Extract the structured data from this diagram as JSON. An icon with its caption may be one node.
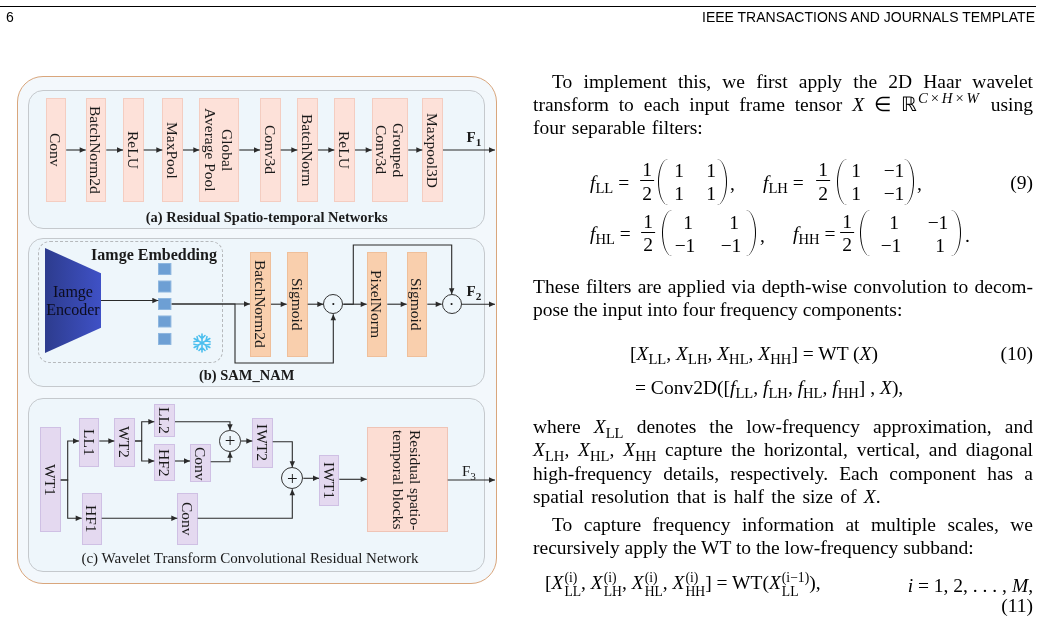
{
  "diagram": {
    "nodes": [
      {
        "text": [],
        "shape": "box"
      },
      {
        "text": [
          "(a) Residual Spatio-temporal Networks"
        ],
        "in": 0
      },
      {
        "text": [
          "Conv"
        ],
        "in": 1
      },
      {
        "text": [
          "BatchNorm2d"
        ],
        "in": 1
      },
      {
        "text": [
          "ReLU"
        ],
        "in": 1
      },
      {
        "text": [
          "MaxPool"
        ],
        "in": 1
      },
      {
        "text": [
          "Global Average Pool"
        ],
        "in": 1
      },
      {
        "text": [
          "Conv3d"
        ],
        "in": 1
      },
      {
        "text": [
          "BatchNorm"
        ],
        "in": 1
      },
      {
        "text": [
          "ReLU"
        ],
        "in": 1
      },
      {
        "text": [
          "Grouped Conv3d"
        ],
        "in": 1
      },
      {
        "text": [
          "Maxpool3D"
        ],
        "in": 1
      },
      {
        "text": [
          "(b) SAM_NAM"
        ],
        "in": 0
      },
      {
        "text": [],
        "shape": "box",
        "in": 12
      },
      {
        "text": [
          "Iamge Encoder"
        ],
        "in": 13
      },
      {
        "text": [
          "Iamge Embedding"
        ],
        "in": 13
      },
      {
        "text": [
          "BatchNorm2d"
        ],
        "in": 12
      },
      {
        "text": [
          "Sigmoid"
        ],
        "in": 12
      },
      {
        "text": [
          "·"
        ],
        "in": 12
      },
      {
        "text": [
          "PixelNorm"
        ],
        "in": 12
      },
      {
        "text": [
          "Sigmoid"
        ],
        "in": 12
      },
      {
        "text": [
          "·"
        ],
        "in": 12
      },
      {
        "text": [
          "(c) Wavelet Transform Convolutional Residual Network"
        ],
        "in": 0
      },
      {
        "text": [
          "WT1"
        ],
        "in": 22
      },
      {
        "text": [
          "LL1"
        ],
        "in": 22
      },
      {
        "text": [
          "WT2"
        ],
        "in": 22
      },
      {
        "text": [
          "LL2"
        ],
        "in": 22
      },
      {
        "text": [
          "HF2"
        ],
        "in": 22
      },
      {
        "text": [
          "Conv"
        ],
        "in": 22
      },
      {
        "text": [
          "+"
        ],
        "in": 22
      },
      {
        "text": [
          "IWT2"
        ],
        "in": 22
      },
      {
        "text": [
          "HF1"
        ],
        "in": 22
      },
      {
        "text": [
          "Conv"
        ],
        "in": 22
      },
      {
        "text": [
          "+"
        ],
        "in": 22
      },
      {
        "text": [
          "IWT1"
        ],
        "in": 22
      },
      {
        "text": [
          "Residual spatio-temporal blocks"
        ],
        "in": 22
      }
    ],
    "edges": [
      {
        "from": 2,
        "to": 3,
        "arrow": "to"
      },
      {
        "from": 3,
        "to": 4,
        "arrow": "to"
      },
      {
        "from": 4,
        "to": 5,
        "arrow": "to"
      },
      {
        "from": 5,
        "to": 6,
        "arrow": "to"
      },
      {
        "from": 6,
        "to": 7,
        "arrow": "to"
      },
      {
        "from": 7,
        "to": 8,
        "arrow": "to"
      },
      {
        "from": 8,
        "to": 9,
        "arrow": "to"
      },
      {
        "from": 9,
        "to": 10,
        "arrow": "to"
      },
      {
        "from": 10,
        "to": 11,
        "arrow": "to"
      },
      {
        "from": 11,
        "to": null,
        "arrow": "to",
        "label": "F$_{1}$"
      },
      {
        "from": 14,
        "to": 15,
        "arrow": "to"
      },
      {
        "from": 15,
        "to": 16,
        "arrow": "to"
      },
      {
        "from": 15,
        "to": 18,
        "arrow": "to"
      },
      {
        "from": 16,
        "to": 17,
        "arrow": "to"
      },
      {
        "from": 17,
        "to": 18,
        "arrow": "to"
      },
      {
        "from": 18,
        "to": 19,
        "arrow": "to"
      },
      {
        "from": 18,
        "to": 21,
        "arrow": "to"
      },
      {
        "from": 19,
        "to": 20,
        "arrow": "to"
      },
      {
        "from": 20,
        "to": 21,
        "arrow": "to"
      },
      {
        "from": 21,
        "to": null,
        "arrow": "to",
        "label": "F$_{2}$"
      },
      {
        "from": 23,
        "to": 24,
        "arrow": "to"
      },
      {
        "from": 23,
        "to": 31,
        "arrow": "to"
      },
      {
        "from": 24,
        "to": 25,
        "arrow": "to"
      },
      {
        "from": 25,
        "to": 26,
        "arrow": "to"
      },
      {
        "from": 25,
        "to": 27,
        "arrow": "to"
      },
      {
        "from": 27,
        "to": 28,
        "arrow": "to"
      },
      {
        "from": 26,
        "to": 29,
        "arrow": "to"
      },
      {
        "from": 28,
        "to": 29,
        "arrow": "to"
      },
      {
        "from": 29,
        "to": 30,
        "arrow": "to"
      },
      {
        "from": 30,
        "to": 33,
        "arrow": "to"
      },
      {
        "from": 31,
        "to": 32,
        "arrow": "to"
      },
      {
        "from": 32,
        "to": 33,
        "arrow": "to"
      },
      {
        "from": 33,
        "to": 34,
        "arrow": "to"
      },
      {
        "from": 34,
        "to": 35,
        "arrow": "to"
      },
      {
        "from": 35,
        "to": null,
        "arrow": "to",
        "label": "F$_{3}$"
      }
    ],
    "labels": [
      "6",
      "IEEE TRANSACTIONS AND JOURNALS TEMPLATE",
      "To implement this, we first apply the 2D Haar wavelet transform to each input frame tensor *X* ∈ ℝ$^{C×H×W}$ using four separable filters:",
      "*f*$_{LL}$ =",
      "1",
      "2",
      "1",
      "1",
      "1",
      "1",
      ",",
      "*f*$_{LH}$ =",
      "1",
      "2",
      "1",
      "−1",
      "1",
      "−1",
      ",",
      "(9)",
      "*f*$_{HL}$ =",
      "1",
      "2",
      "1",
      "1",
      "−1",
      "−1",
      ",",
      "*f*$_{HH}$ =",
      "1",
      "2",
      "1",
      "−1",
      "−1",
      "1",
      ".",
      "These filters are applied via depth-wise convolution to decom-pose the input into four frequency components:",
      "[*X*$_{LL}$, *X*$_{LH}$, *X*$_{HL}$, *X*$_{HH}$] = WT (*X*)",
      "(10)",
      "= Conv2D([*f*$_{LL}$, *f*$_{LH}$, *f*$_{HL}$, *f*$_{HH}$] , *X*),",
      "where *X*$_{LL}$ denotes the low-frequency approximation, and *X*$_{LH}$, *X*$_{HL}$, *X*$_{HH}$ capture the horizontal, vertical, and diagonal high-frequency details, respectively. Each component has a spatial resolution that is half the size of *X*.",
      "To capture frequency information at multiple scales, we recursively apply the WT to the low-frequency subband:",
      "[*X*$^{(i)}$$_{LL}$, *X*$^{(i)}$$_{LH}$, *X*$^{(i)}$$_{HL}$, *X*$^{(i)}$$_{HH}$] = WT(*X*$^{(i−1)}$$_{LL}$),",
      "*i* = 1, 2, . . . , *M*,",
      "(11)"
    ]
  }
}
